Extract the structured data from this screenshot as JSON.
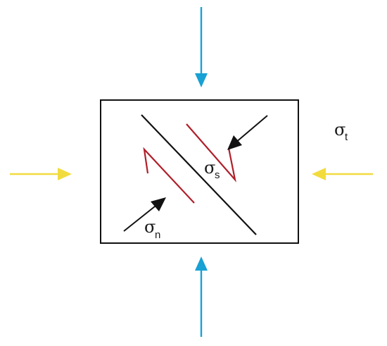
{
  "colors": {
    "background": "#ffffff",
    "box_stroke": "#111111",
    "fault_stroke": "#111111",
    "slip_arrows": "#b01f2a",
    "vertical_arrows": "#17a1d4",
    "horizontal_arrows": "#f2dc3d",
    "stress_arrows": "#111111"
  },
  "labels": {
    "sigma_t": {
      "symbol": "σ",
      "subscript": "t"
    },
    "sigma_s": {
      "symbol": "σ",
      "subscript": "s"
    },
    "sigma_n": {
      "symbol": "σ",
      "subscript": "n"
    }
  }
}
